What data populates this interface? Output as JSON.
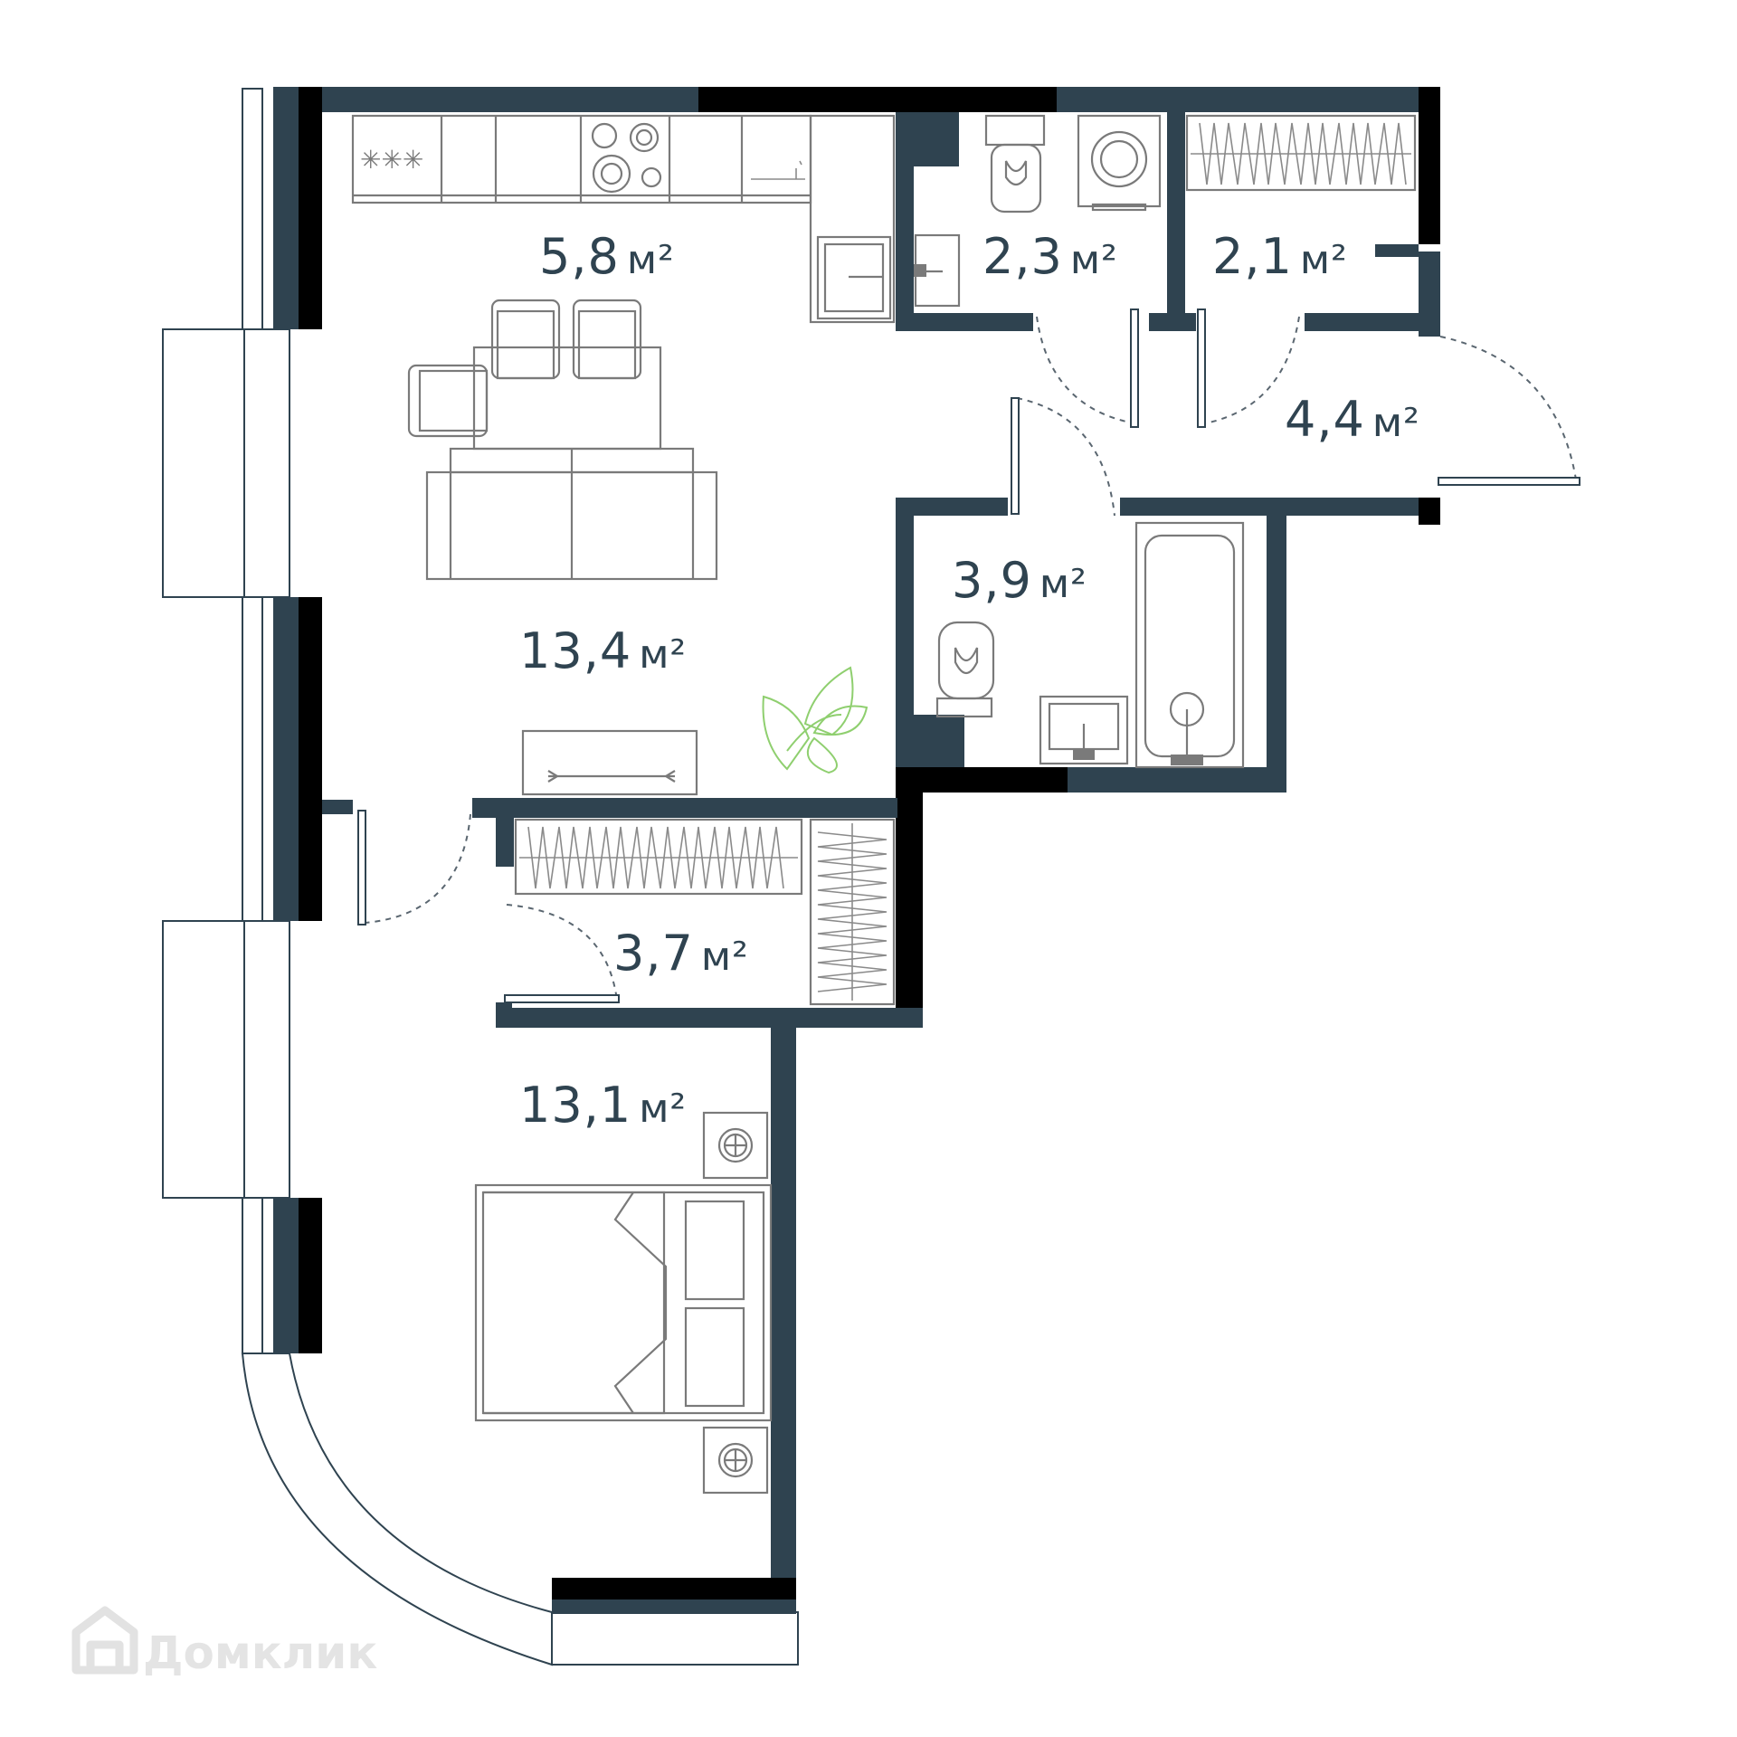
{
  "rooms": {
    "kitchen": {
      "value": "5,8",
      "unit": "м²"
    },
    "toilet_laundry": {
      "value": "2,3",
      "unit": "м²"
    },
    "storage": {
      "value": "2,1",
      "unit": "м²"
    },
    "hallway": {
      "value": "4,4",
      "unit": "м²"
    },
    "bathroom": {
      "value": "3,9",
      "unit": "м²"
    },
    "living_room": {
      "value": "13,4",
      "unit": "м²"
    },
    "wardrobe": {
      "value": "3,7",
      "unit": "м²"
    },
    "bedroom": {
      "value": "13,1",
      "unit": "м²"
    }
  },
  "watermark": {
    "text": "Домклик"
  },
  "colors": {
    "wall": "#2f4350",
    "wall_accent": "#000000",
    "furniture": "#7a7a7a",
    "plant": "#8fcf6f",
    "label": "#2f4350"
  }
}
